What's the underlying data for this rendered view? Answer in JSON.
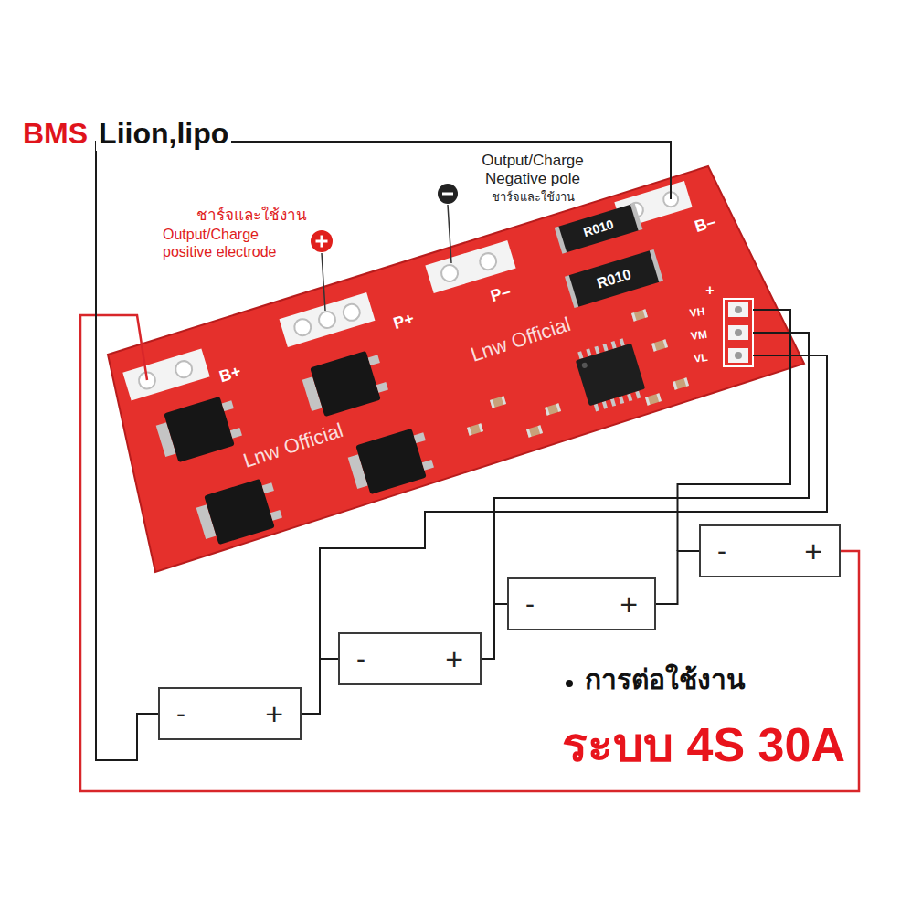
{
  "diagram": {
    "nodes": [
      {
        "text": [
          "-",
          "+"
        ]
      },
      {
        "text": [
          "-",
          "+"
        ]
      },
      {
        "text": [
          "-",
          "+"
        ]
      },
      {
        "text": [
          "-",
          "+"
        ]
      }
    ],
    "edges": [
      {
        "from": 0,
        "to": 1,
        "arrow": "none"
      },
      {
        "from": 1,
        "to": 2,
        "arrow": "none"
      },
      {
        "from": 2,
        "to": 3,
        "arrow": "none"
      }
    ],
    "labels": [
      "BMS",
      "Liion,lipo",
      "Output/Charge Negative pole",
      "ชาร์จและใช้งาน",
      "ชาร์จและใช้งาน",
      "Output/Charge positive electrode",
      "R010",
      "B–",
      "R010",
      "P–",
      "+",
      "VH",
      "B+",
      "P+",
      "VM",
      "Lnw Official",
      "VL",
      "Lnw Official",
      "การต่อใช้งาน",
      "ระบบ 4S 30A"
    ]
  }
}
